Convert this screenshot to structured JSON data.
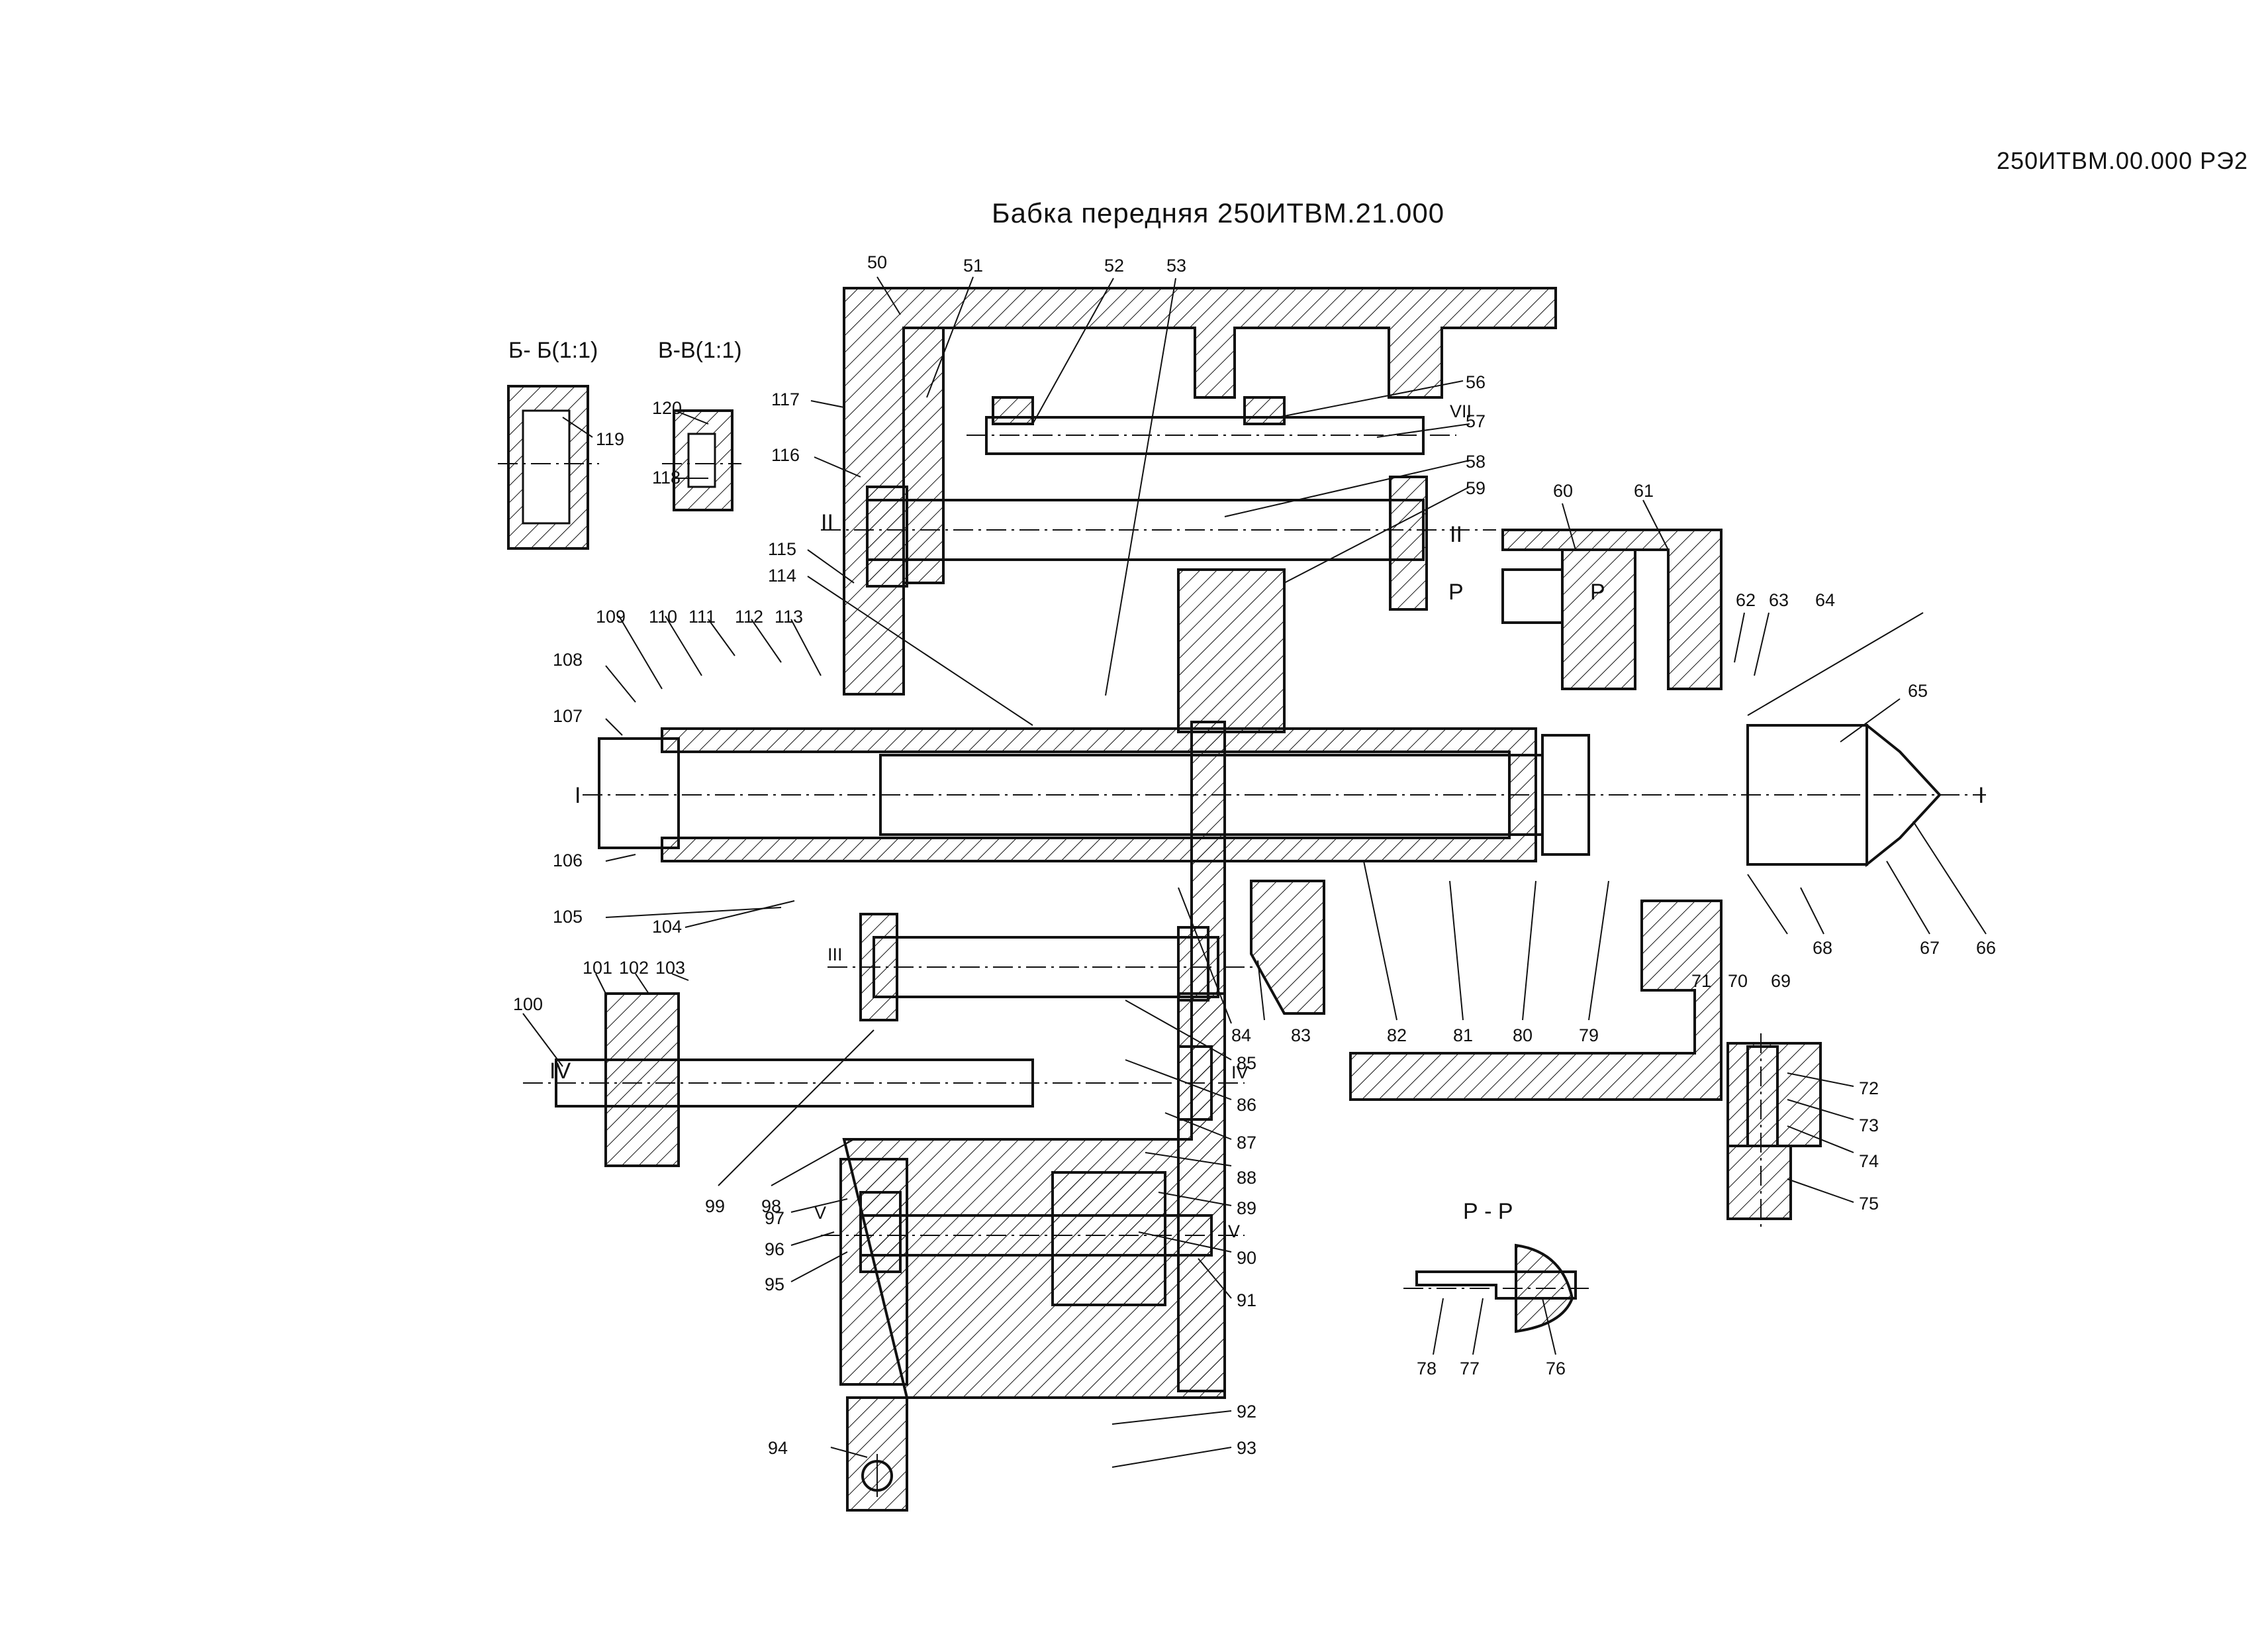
{
  "document_code": "250ИТВМ.00.000 РЭ2",
  "title": "Бабка передняя 250ИТВМ.21.000",
  "section_views": {
    "bb": "Б- Б(1:1)",
    "vv": "В-В(1:1)",
    "pp": "Р - Р"
  },
  "axis_labels": {
    "I_left": "I",
    "I_right": "I",
    "II_left": "II",
    "II_right": "II",
    "III": "III",
    "IV_left": "IV",
    "IV_right": "IV",
    "V_left": "V",
    "V_right": "V",
    "VII": "VII",
    "P_left": "P",
    "P_right": "P"
  },
  "callouts": [
    "50",
    "51",
    "52",
    "53",
    "56",
    "57",
    "58",
    "59",
    "60",
    "61",
    "62",
    "63",
    "64",
    "65",
    "66",
    "67",
    "68",
    "69",
    "70",
    "71",
    "72",
    "73",
    "74",
    "75",
    "76",
    "77",
    "78",
    "79",
    "80",
    "81",
    "82",
    "83",
    "84",
    "85",
    "86",
    "87",
    "88",
    "89",
    "90",
    "91",
    "92",
    "93",
    "94",
    "95",
    "96",
    "97",
    "98",
    "99",
    "100",
    "101",
    "102",
    "103",
    "104",
    "105",
    "106",
    "107",
    "108",
    "109",
    "110",
    "111",
    "112",
    "113",
    "114",
    "115",
    "116",
    "117",
    "118",
    "119",
    "120"
  ]
}
